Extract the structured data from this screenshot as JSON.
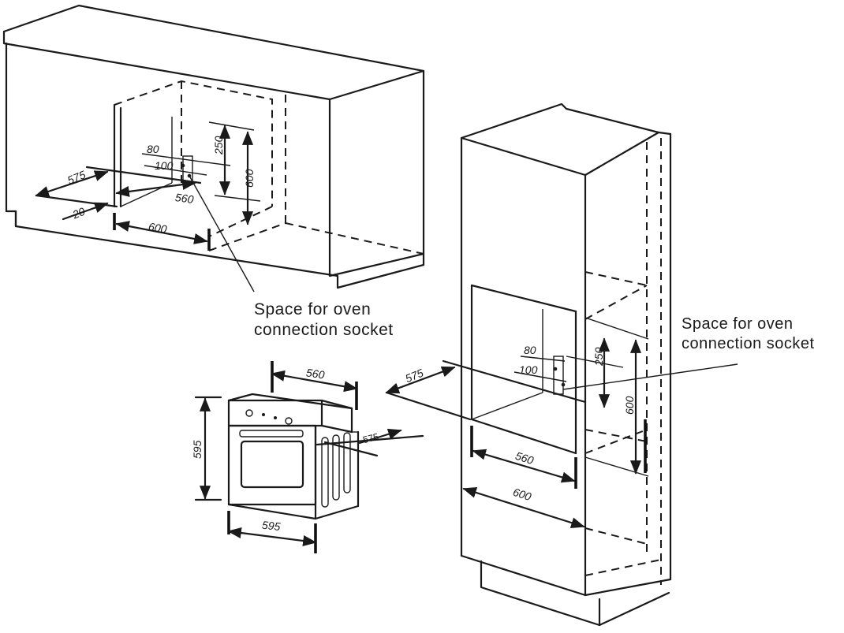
{
  "callouts": {
    "socket_left_line1": "Space for oven",
    "socket_left_line2": "connection socket",
    "socket_right_line1": "Space for oven",
    "socket_right_line2": "connection socket"
  },
  "under_counter": {
    "d575": "575",
    "d20": "20",
    "d80": "80",
    "d100": "100",
    "d560": "560",
    "d600w": "600",
    "d250": "250",
    "d600h": "600"
  },
  "oven": {
    "d560": "560",
    "d595h": "595",
    "d595w": "595",
    "d575": "575"
  },
  "tall_unit": {
    "d575": "575",
    "d80": "80",
    "d100": "100",
    "d250": "250",
    "d600h": "600",
    "d560": "560",
    "d600w": "600"
  }
}
